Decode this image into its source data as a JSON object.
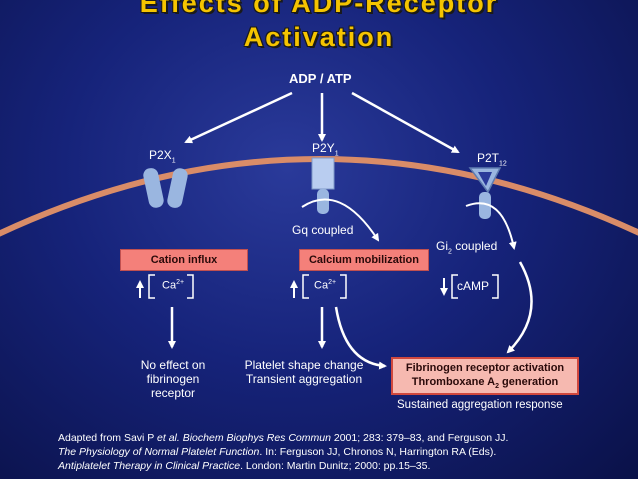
{
  "title": {
    "line1": "Effects of ADP-Receptor",
    "line2": "Activation"
  },
  "agonist": "ADP / ATP",
  "receptors": {
    "p2x1": {
      "name": "P2X",
      "sub": "1"
    },
    "p2y1": {
      "name": "P2Y",
      "sub": "1"
    },
    "p2t12": {
      "name": "P2T",
      "sub": "12"
    }
  },
  "coupling": {
    "gq": "Gq coupled",
    "gi_prefix": "Gi",
    "gi_sub": "2",
    "gi_suffix": " coupled"
  },
  "mechanisms": {
    "cation_influx": "Cation influx",
    "calcium_mobilization": "Calcium mobilization"
  },
  "ions": {
    "ca_left": "Ca",
    "ca_left_sup": "2+",
    "ca_mid": "Ca",
    "ca_mid_sup": "2+",
    "camp": "cAMP"
  },
  "outcomes": {
    "no_effect": "No effect on fibrinogen receptor",
    "shape_change_1": "Platelet shape change",
    "shape_change_2": "Transient aggregation",
    "fibrinogen_1": "Fibrinogen receptor activation",
    "fibrinogen_2_prefix": "Thromboxane A",
    "fibrinogen_2_sub": "2",
    "fibrinogen_2_suffix": " generation",
    "sustained": "Sustained aggregation response"
  },
  "citation": {
    "p1": "Adapted from Savi P ",
    "p1_it": "et al. Biochem Biophys Res Commun",
    "p1_end": " 2001; 283: 379–83, and Ferguson JJ.",
    "p2_it": "The Physiology of Normal Platelet Function",
    "p2_end": ". In: Ferguson JJ, Chronos N, Harrington RA (Eds).",
    "p3_it": "Antiplatelet Therapy in Clinical Practice",
    "p3_end": ". London: Martin Dunitz; 2000: pp.15–35."
  },
  "colors": {
    "title": "#f5c400",
    "background": "#16237a",
    "membrane": "#d98c68",
    "receptor": "#9ab6e0",
    "cation_box": "#f4807a",
    "fibrinogen_box": "#f6b9b0"
  }
}
